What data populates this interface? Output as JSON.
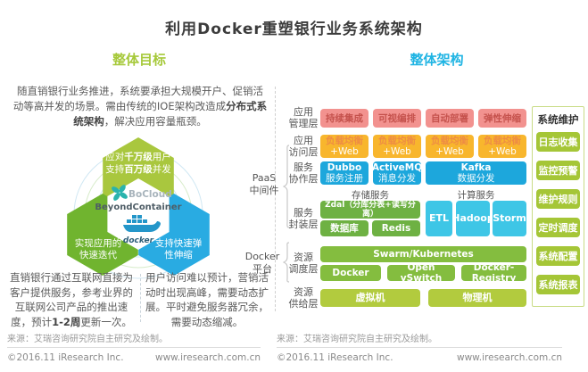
{
  "title": "利用Docker重塑银行业务系统架构",
  "colors": {
    "heading_left_green": "#a6c93a",
    "heading_right_cyan": "#1fb4e3",
    "box_pink": "#f2928f",
    "box_yellow": "#f8b62d",
    "box_blue": "#1da7dc",
    "box_cyan": "#3ec6e6",
    "box_green": "#6eb143",
    "box_green_light": "#84bd3f",
    "box_yellow_green": "#b2cb3e",
    "sidebar_button_green": "#a5c637",
    "hex_top": "#a9c73e",
    "hex_left": "#70b42f",
    "hex_right": "#29abe2"
  },
  "left": {
    "heading": "整体目标",
    "intro_pre": "随直销银行业务推进，系统要承担大规模开户、促销活动等高并发的场景。需由传统的IOE架构改造成",
    "intro_bold": "分布式系统架构",
    "intro_post": "，解决应用容量瓶颈。",
    "hex_top_l1_pre": "应对",
    "hex_top_l1_bold": "千万级",
    "hex_top_l1_post": "用户",
    "hex_top_l2_pre": "支持",
    "hex_top_l2_bold": "百万级",
    "hex_top_l2_post": "并发",
    "hex_left_l1": "实现应用的",
    "hex_left_l2": "快速迭代",
    "hex_right_l1": "支持快速弹",
    "hex_right_l2": "性伸缩",
    "logo_name": "BoCloud",
    "logo_sub": "BeyondContainer",
    "logo_docker": "docker",
    "note1_pre": "直销银行通过互联网直接为客户提供服务，参考业界的互联网公司产品的推出速度，预计",
    "note1_bold": "1-2周",
    "note1_post": "更新一次。",
    "note2": "用户访问难以预计，营销活动时出现高峰，需要动态扩展。平时避免服务器冗余，需要动态缩减。"
  },
  "arch": {
    "heading": "整体架构",
    "labels": [
      [
        "应用",
        "管理层"
      ],
      [
        "应用",
        "访问层"
      ],
      [
        "服务",
        "协作层"
      ],
      [
        "服务",
        "封装层"
      ],
      [
        "资源",
        "调度层"
      ],
      [
        "资源",
        "供给层"
      ]
    ],
    "group_paas": [
      "PaaS",
      "中间件"
    ],
    "group_docker": [
      "Docker",
      "平台"
    ],
    "mgmt": [
      "持续集成",
      "可视编排",
      "自动部署",
      "弹性伸缩"
    ],
    "access_l1": "负载均衡",
    "access_l2": "+Web",
    "collab": [
      [
        "Dubbo",
        "服务注册"
      ],
      [
        "ActiveMQ",
        "消息分发"
      ],
      [
        "Kafka",
        "数据分发"
      ]
    ],
    "storage_title": "存储服务",
    "compute_title": "计算服务",
    "zdal": "Zdal（分库分表+读写分离）",
    "db": "数据库",
    "redis": "Redis",
    "compute": [
      "ETL",
      "Hadoop",
      "Storm"
    ],
    "sched_wide": "Swarm/Kubernetes",
    "sched": [
      "Docker",
      "Open vSwitch",
      "Docker-Registry"
    ],
    "supply": [
      "虚拟机",
      "物理机"
    ]
  },
  "sidebar": {
    "title": "系统维护",
    "items": [
      "日志收集",
      "监控预警",
      "维护规则",
      "定时调度",
      "系统配置",
      "系统报表"
    ]
  },
  "footer": {
    "source": "来源：艾瑞咨询研究院自主研究及绘制。",
    "copyright": "©2016.11 iResearch Inc.",
    "site": "www.iresearch.com.cn"
  }
}
